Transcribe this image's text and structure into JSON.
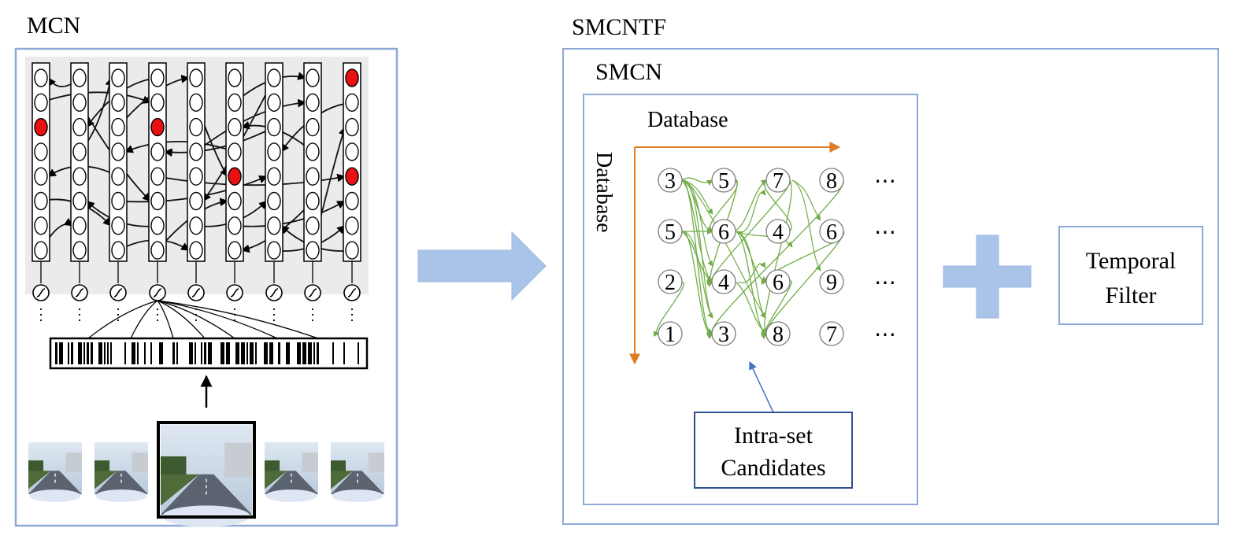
{
  "left_panel": {
    "title": "MCN"
  },
  "right_panel": {
    "title": "SMCNTF",
    "inner": {
      "title": "SMCN",
      "axis_top": "Database",
      "axis_left": "Database",
      "grid": [
        [
          "3",
          "5",
          "7",
          "8",
          "⋯"
        ],
        [
          "5",
          "6",
          "4",
          "6",
          "⋯"
        ],
        [
          "2",
          "4",
          "6",
          "9",
          "⋯"
        ],
        [
          "1",
          "3",
          "8",
          "7",
          "⋯"
        ]
      ],
      "callout_line1": "Intra-set",
      "callout_line2": "Candidates"
    },
    "filter_line1": "Temporal",
    "filter_line2": "Filter"
  },
  "colors": {
    "panel_border": "#8EA9D8",
    "arrow_fill": "#A9C4E8",
    "axis_orange": "#E07B25",
    "candidate_green": "#70AD47",
    "neuron_red": "#E81010",
    "callout_border": "#2F4F8F",
    "pointer_blue": "#4472C4"
  },
  "icons": [
    "right-arrow-icon",
    "plus-icon",
    "sigmoid-icon",
    "car-camera-image"
  ]
}
